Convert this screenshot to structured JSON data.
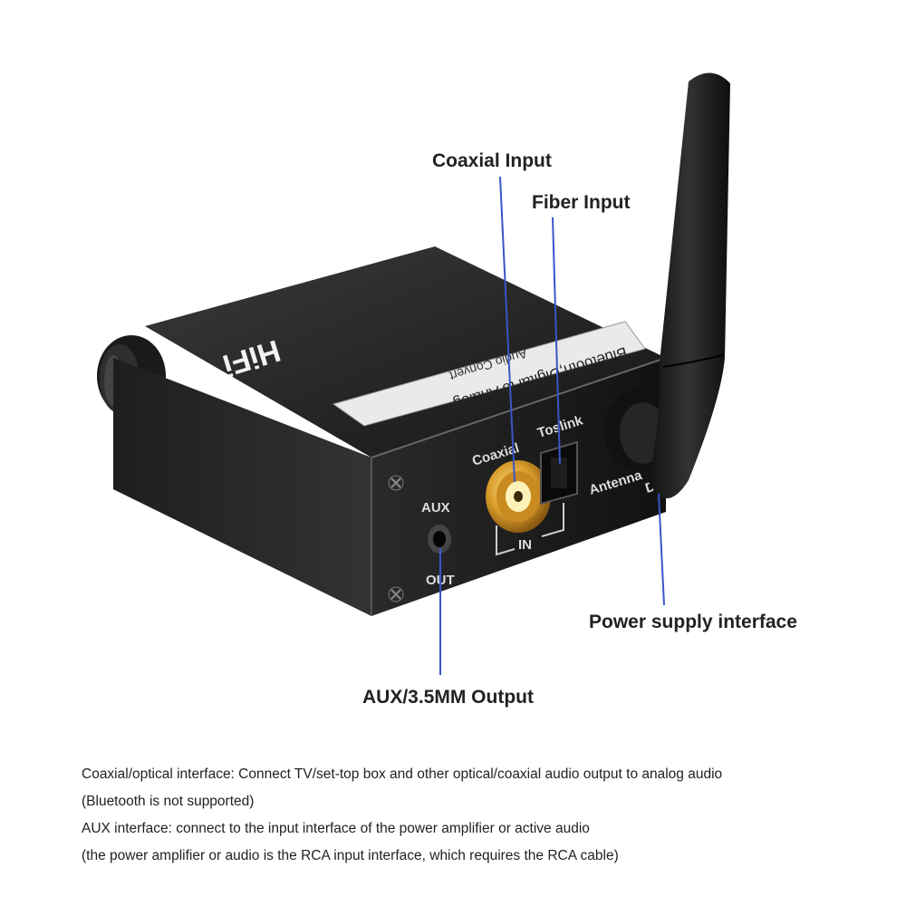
{
  "device": {
    "logo": "HiFi",
    "label_line1": "Bluetooth,Digital to Analog",
    "label_line2": "Audio Convert",
    "port_labels": {
      "coaxial": "Coaxial",
      "toslink": "Toslink",
      "in": "IN",
      "aux": "AUX",
      "out": "OUT",
      "antenna": "Antenna",
      "dc": "DC"
    }
  },
  "callouts": {
    "coaxial_input": "Coaxial Input",
    "fiber_input": "Fiber Input",
    "power_supply": "Power supply interface",
    "aux_output": "AUX/3.5MM Output"
  },
  "description": [
    "Coaxial/optical interface: Connect TV/set-top box and other optical/coaxial audio output to analog audio",
    "(Bluetooth is not supported)",
    "AUX interface: connect to the input interface of the power amplifier or active audio",
    "(the power amplifier or audio is the RCA input interface, which requires the RCA cable)"
  ],
  "colors": {
    "leader_line": "#3a55c8",
    "body_dark": "#1c1c1c",
    "gold": "#d8a23a"
  }
}
